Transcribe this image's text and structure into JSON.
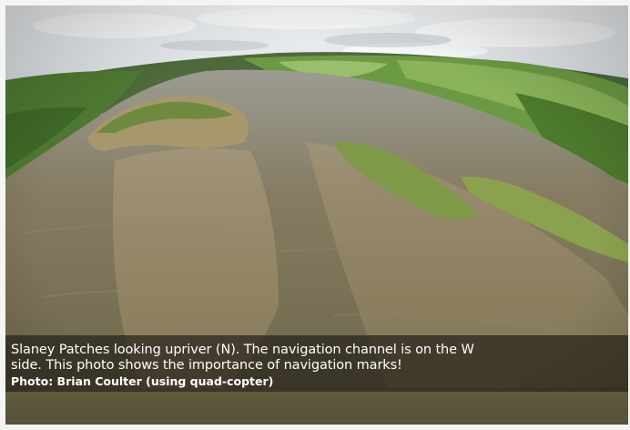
{
  "photo": {
    "subject": "Aerial fisheye photo of a river estuary with mudflats and green banks"
  },
  "caption": {
    "line1": "Slaney Patches looking upriver (N). The navigation channel is on the W",
    "line2": "side. This photo shows the importance of navigation marks!",
    "credit": "Photo: Brian Coulter (using quad-copter)"
  },
  "colors": {
    "water": "#7d745a",
    "mudflat": "#9a8c68",
    "grass": "#5f8a3a",
    "sky": "#e9ecef",
    "caption_bg": "#2a251c",
    "caption_text": "#ffffff"
  }
}
